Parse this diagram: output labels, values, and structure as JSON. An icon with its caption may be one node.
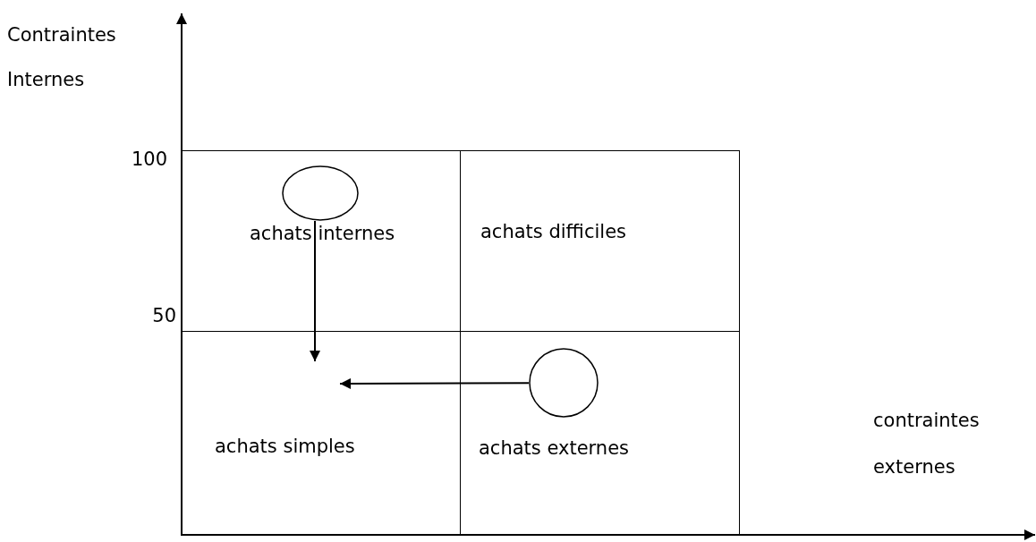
{
  "diagram": {
    "nodes": [
      {
        "text": [
          "achats internes"
        ]
      },
      {
        "text": [
          "achats difficiles"
        ]
      },
      {
        "text": [
          "achats simples"
        ]
      },
      {
        "text": [
          "achats externes"
        ]
      },
      {
        "text": [],
        "shape": "ellipse",
        "in": 0
      },
      {
        "text": [],
        "shape": "circle",
        "in": 3
      }
    ],
    "edges": [
      {
        "from": 4,
        "to": 2,
        "arrow": "to"
      },
      {
        "from": 5,
        "to": 2,
        "arrow": "to"
      }
    ],
    "labels": [
      "Contraintes Internes",
      "100",
      "50",
      "contraintes externes"
    ]
  }
}
